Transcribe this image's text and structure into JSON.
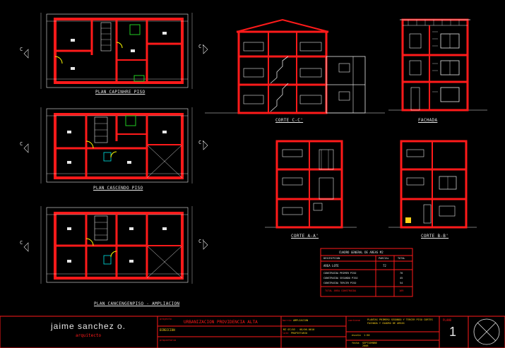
{
  "drawing_labels": {
    "plan_first": "PLAN CAPINHRE PISO",
    "plan_second": "PLAN CASCENDO PISO",
    "plan_third": "PLAN CANCENGENPISO - AMPLIACION",
    "section_cc": "CORTE C-C'",
    "facade": "FACHADA",
    "section_aa": "CORTE A-A'",
    "section_bb": "CORTE B-B'"
  },
  "axis_markers": {
    "left": "C",
    "right": "C'"
  },
  "areas_table": {
    "title": "CUADRO GENERAL DE AREAS M2",
    "headers": [
      "DESCRIPCION",
      "PARCIAL",
      "TOTAL"
    ],
    "rows": [
      {
        "desc": "AREA LOTE",
        "parcial": "72",
        "total": ""
      },
      {
        "desc": "CONSTRUIDA PRIMER PISO",
        "parcial": "",
        "total": "70"
      },
      {
        "desc": "CONSTRUIDA SEGUNDO PISO",
        "parcial": "",
        "total": "45"
      },
      {
        "desc": "CONSTRUIDA TERCER PISO",
        "parcial": "",
        "total": "54"
      }
    ],
    "total_label": "TOTAL AREA CONSTRUIDA",
    "total_value": "169"
  },
  "title_block": {
    "author_name": "jaime sanchez o.",
    "author_role": "arquitecto",
    "label_proyecto": "proyecto",
    "project_name": "URBANIZACION PROVIDENCIA ALTA",
    "label_direccion": "DIRECCION",
    "label_propietario": "propietario",
    "label_barrio": "barrio",
    "barrio_value": "AMPLIACION",
    "cadastre": "MZ 07/03 - 08/06-0010",
    "label_lote": "lote",
    "lote_value": "PROPIETARIO",
    "label_contiene": "contiene",
    "contiene_value": "PLANTAS PRIMERO SEGUNDO Y TERCER PISO CORTES FACHADA Y CUADRO DE AREAS",
    "label_escala": "escala",
    "escala_value": "1:50",
    "label_fecha": "fecha",
    "fecha_value": "SEPTIEMBRE 2008",
    "label_plano": "PLANO",
    "plano_number": "1"
  },
  "colors": {
    "background": "#000000",
    "wall": "#ff1a1a",
    "line": "#e6e6e6",
    "green": "#22cc22",
    "yellow": "#ffff00",
    "cyan": "#00e5e5",
    "grey_hatch": "#8a8a8a",
    "title_yellow": "#ffd21a"
  }
}
